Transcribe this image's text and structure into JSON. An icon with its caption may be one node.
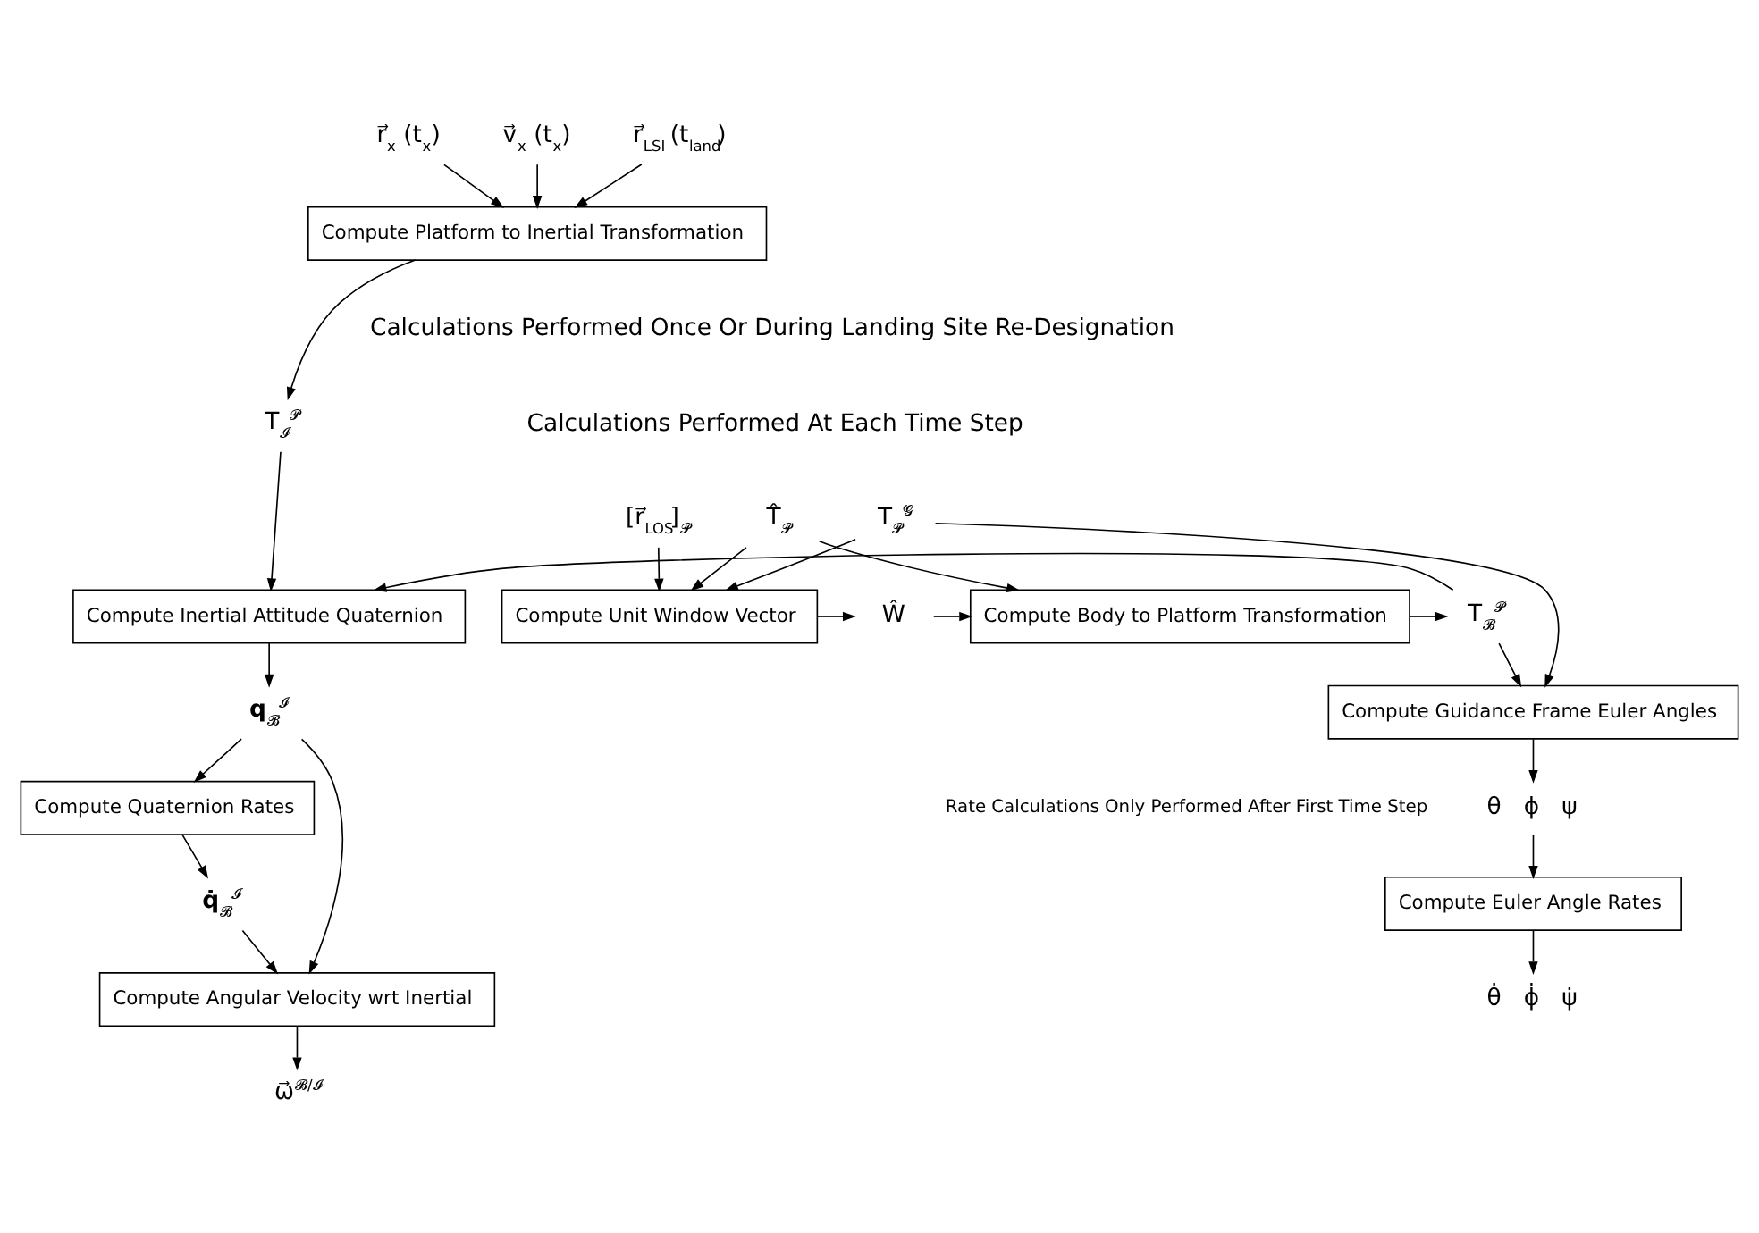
{
  "diagram": {
    "nodes": [
      {
        "text": [
          "r⃗$_{x}$ (t$_{x}$)"
        ]
      },
      {
        "text": [
          "v⃗$_{x}$ (t$_{x}$)"
        ]
      },
      {
        "text": [
          "r⃗$_{LSI}$ (t$_{land}$)"
        ]
      },
      {
        "text": [
          "Compute Platform to Inertial Transformation"
        ]
      },
      {
        "text": [
          "T$_{𝓘}$$^{𝓟}$"
        ]
      },
      {
        "text": [
          "T$_{𝓟}$$^{𝓖}$"
        ]
      },
      {
        "text": [
          "T̂$_{𝓟}$"
        ]
      },
      {
        "text": [
          "[r⃗$_{LOS}$]$_{𝓟}$"
        ]
      },
      {
        "text": [
          "Compute Unit Window Vector"
        ]
      },
      {
        "text": [
          "Ŵ"
        ]
      },
      {
        "text": [
          "Compute Body to Platform Transformation"
        ]
      },
      {
        "text": [
          "T$_{𝓑}$$^{𝓟}$"
        ]
      },
      {
        "text": [
          "Compute Inertial Attitude Quaternion"
        ]
      },
      {
        "text": [
          "**q**$_{𝓑}$$^{𝓘}$"
        ]
      },
      {
        "text": [
          "Compute Guidance Frame Euler Angles"
        ]
      },
      {
        "text": [
          "θ   ϕ   ψ"
        ]
      },
      {
        "text": [
          "Compute Quaternion Rates"
        ]
      },
      {
        "text": [
          "**q̇**$_{𝓑}$$^{𝓘}$"
        ]
      },
      {
        "text": [
          "Compute Euler Angle Rates"
        ]
      },
      {
        "text": [
          "θ̇   ϕ̇   ψ̇"
        ]
      },
      {
        "text": [
          "Compute Angular Velocity wrt Inertial"
        ]
      },
      {
        "text": [
          "ω⃗$^{𝓑/𝓘}$"
        ]
      }
    ],
    "edges": [
      {
        "from": 0,
        "to": 3,
        "arrow": "to"
      },
      {
        "from": 1,
        "to": 3,
        "arrow": "to"
      },
      {
        "from": 2,
        "to": 3,
        "arrow": "to"
      },
      {
        "from": 3,
        "to": 4,
        "arrow": "to"
      },
      {
        "from": 4,
        "to": 12,
        "arrow": "to"
      },
      {
        "from": 5,
        "to": 8,
        "arrow": "to"
      },
      {
        "from": 5,
        "to": 14,
        "arrow": "to"
      },
      {
        "from": 6,
        "to": 8,
        "arrow": "to"
      },
      {
        "from": 6,
        "to": 10,
        "arrow": "to"
      },
      {
        "from": 7,
        "to": 8,
        "arrow": "to"
      },
      {
        "from": 8,
        "to": 9,
        "arrow": "to"
      },
      {
        "from": 9,
        "to": 10,
        "arrow": "to"
      },
      {
        "from": 10,
        "to": 11,
        "arrow": "to"
      },
      {
        "from": 11,
        "to": 12,
        "arrow": "to"
      },
      {
        "from": 11,
        "to": 14,
        "arrow": "to"
      },
      {
        "from": 12,
        "to": 13,
        "arrow": "to"
      },
      {
        "from": 13,
        "to": 16,
        "arrow": "to"
      },
      {
        "from": 13,
        "to": 20,
        "arrow": "to"
      },
      {
        "from": 16,
        "to": 17,
        "arrow": "to"
      },
      {
        "from": 17,
        "to": 20,
        "arrow": "to"
      },
      {
        "from": 20,
        "to": 21,
        "arrow": "to"
      },
      {
        "from": 14,
        "to": 15,
        "arrow": "to"
      },
      {
        "from": 15,
        "to": 18,
        "arrow": "to"
      },
      {
        "from": 18,
        "to": 19,
        "arrow": "to"
      }
    ],
    "labels": [
      "Calculations Performed Once Or During Landing Site Re-Designation",
      "Calculations Performed At Each Time Step",
      "Rate Calculations Only Performed After First Time Step"
    ]
  }
}
